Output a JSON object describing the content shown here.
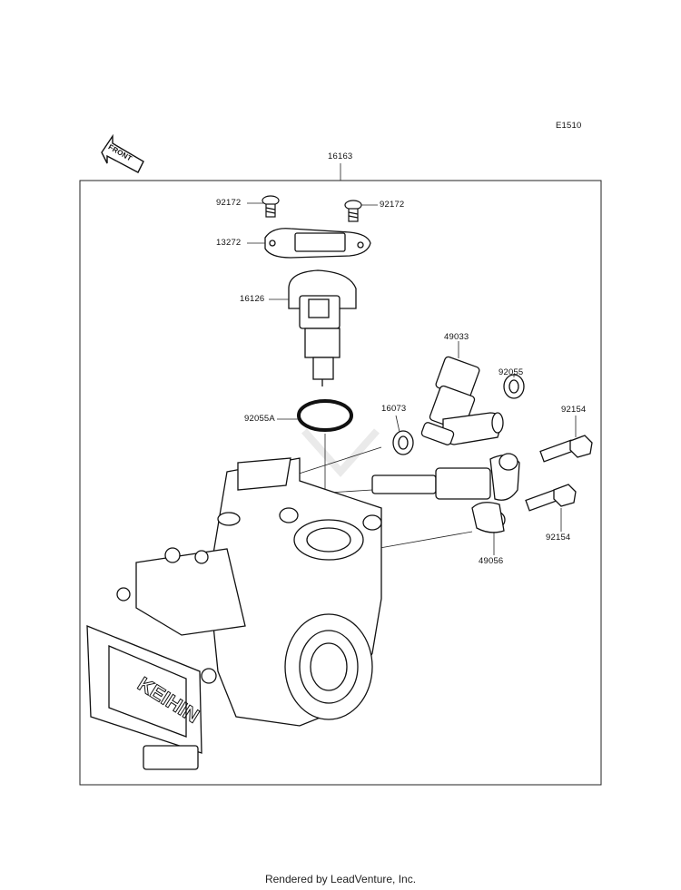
{
  "diagram": {
    "code": "E1510",
    "assembly_label": "16163",
    "front_label": "FRONT",
    "watermark": "LEADVENTURE",
    "callouts": {
      "screw_left": "92172",
      "screw_right": "92172",
      "plate": "13272",
      "sensor": "16126",
      "oring_large": "92055A",
      "seal_small": "16073",
      "injector": "49033",
      "oring_injector": "92055",
      "bolt_upper": "92154",
      "bolt_lower": "92154",
      "fuel_pipe": "49056"
    }
  },
  "footer": {
    "text": "Rendered by LeadVenture, Inc."
  }
}
